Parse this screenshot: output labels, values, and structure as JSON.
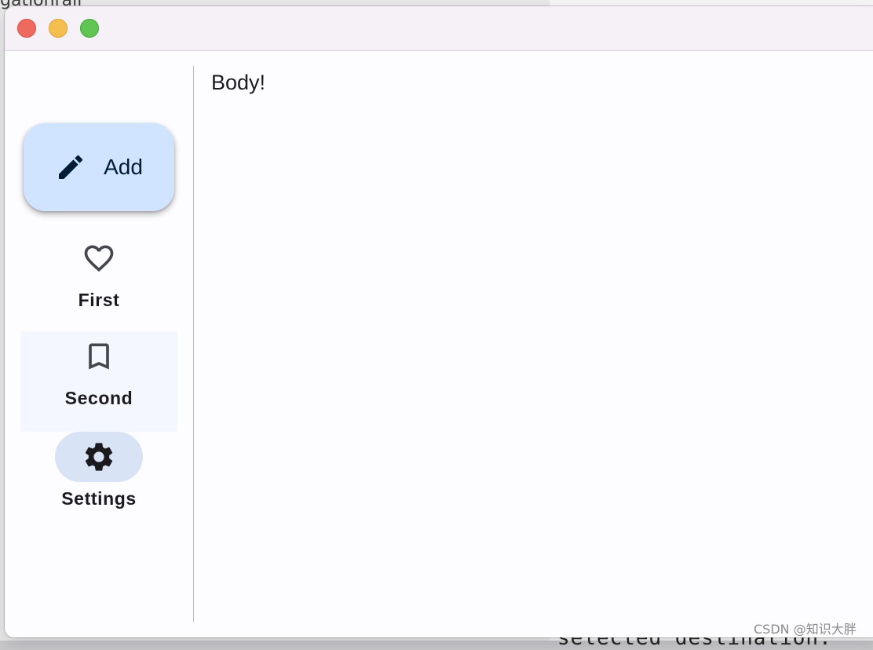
{
  "background": {
    "top_left_text": "gationrail",
    "top_right_text": "",
    "bottom_left_text": "",
    "bottom_right_text": "selected destination:"
  },
  "window": {
    "fab": {
      "label": "Add",
      "icon": "pencil-icon"
    },
    "destinations": [
      {
        "label": "First",
        "icon": "heart-outline-icon"
      },
      {
        "label": "Second",
        "icon": "bookmark-outline-icon"
      },
      {
        "label": "Settings",
        "icon": "gear-icon",
        "selected": true
      }
    ],
    "body_text": "Body!"
  },
  "watermark": "CSDN @知识大胖",
  "colors": {
    "fab_bg": "#d1e4ff",
    "selected_indicator": "#d8e3f5",
    "hover_bg": "#f4f7ff",
    "on_surface": "#1b1b1f"
  }
}
